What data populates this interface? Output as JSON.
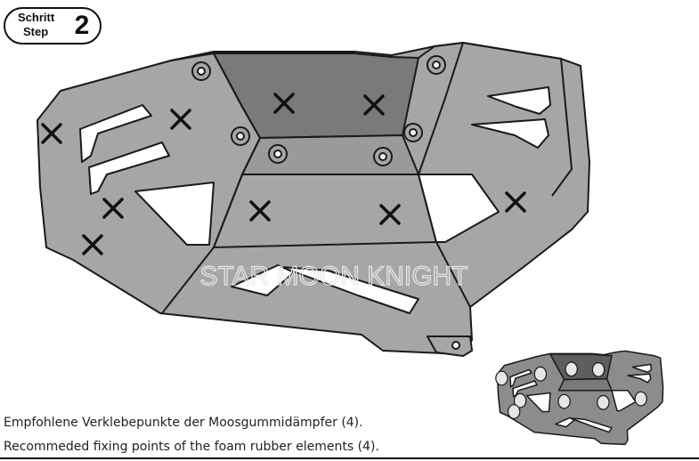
{
  "step_badge": {
    "label_de": "Schritt",
    "label_en": "Step",
    "number": "2"
  },
  "watermark": "STAR MOON KNIGHT",
  "captions": {
    "de": "Empfohlene Verklebepunkte der Moosgummidämpfer (4).",
    "en": "Recommeded fixing points of the foam rubber elements (4)."
  },
  "colors": {
    "plate": "#a6a6a6",
    "plate_dark": "#7a7a7a",
    "outline": "#1a1a1a",
    "marker": "#111111"
  },
  "icons": {
    "fixing_point_marker": "x-mark-icon",
    "bolt_hole": "bolt-hole-icon",
    "foam_element": "foam-rubber-pad-icon"
  }
}
